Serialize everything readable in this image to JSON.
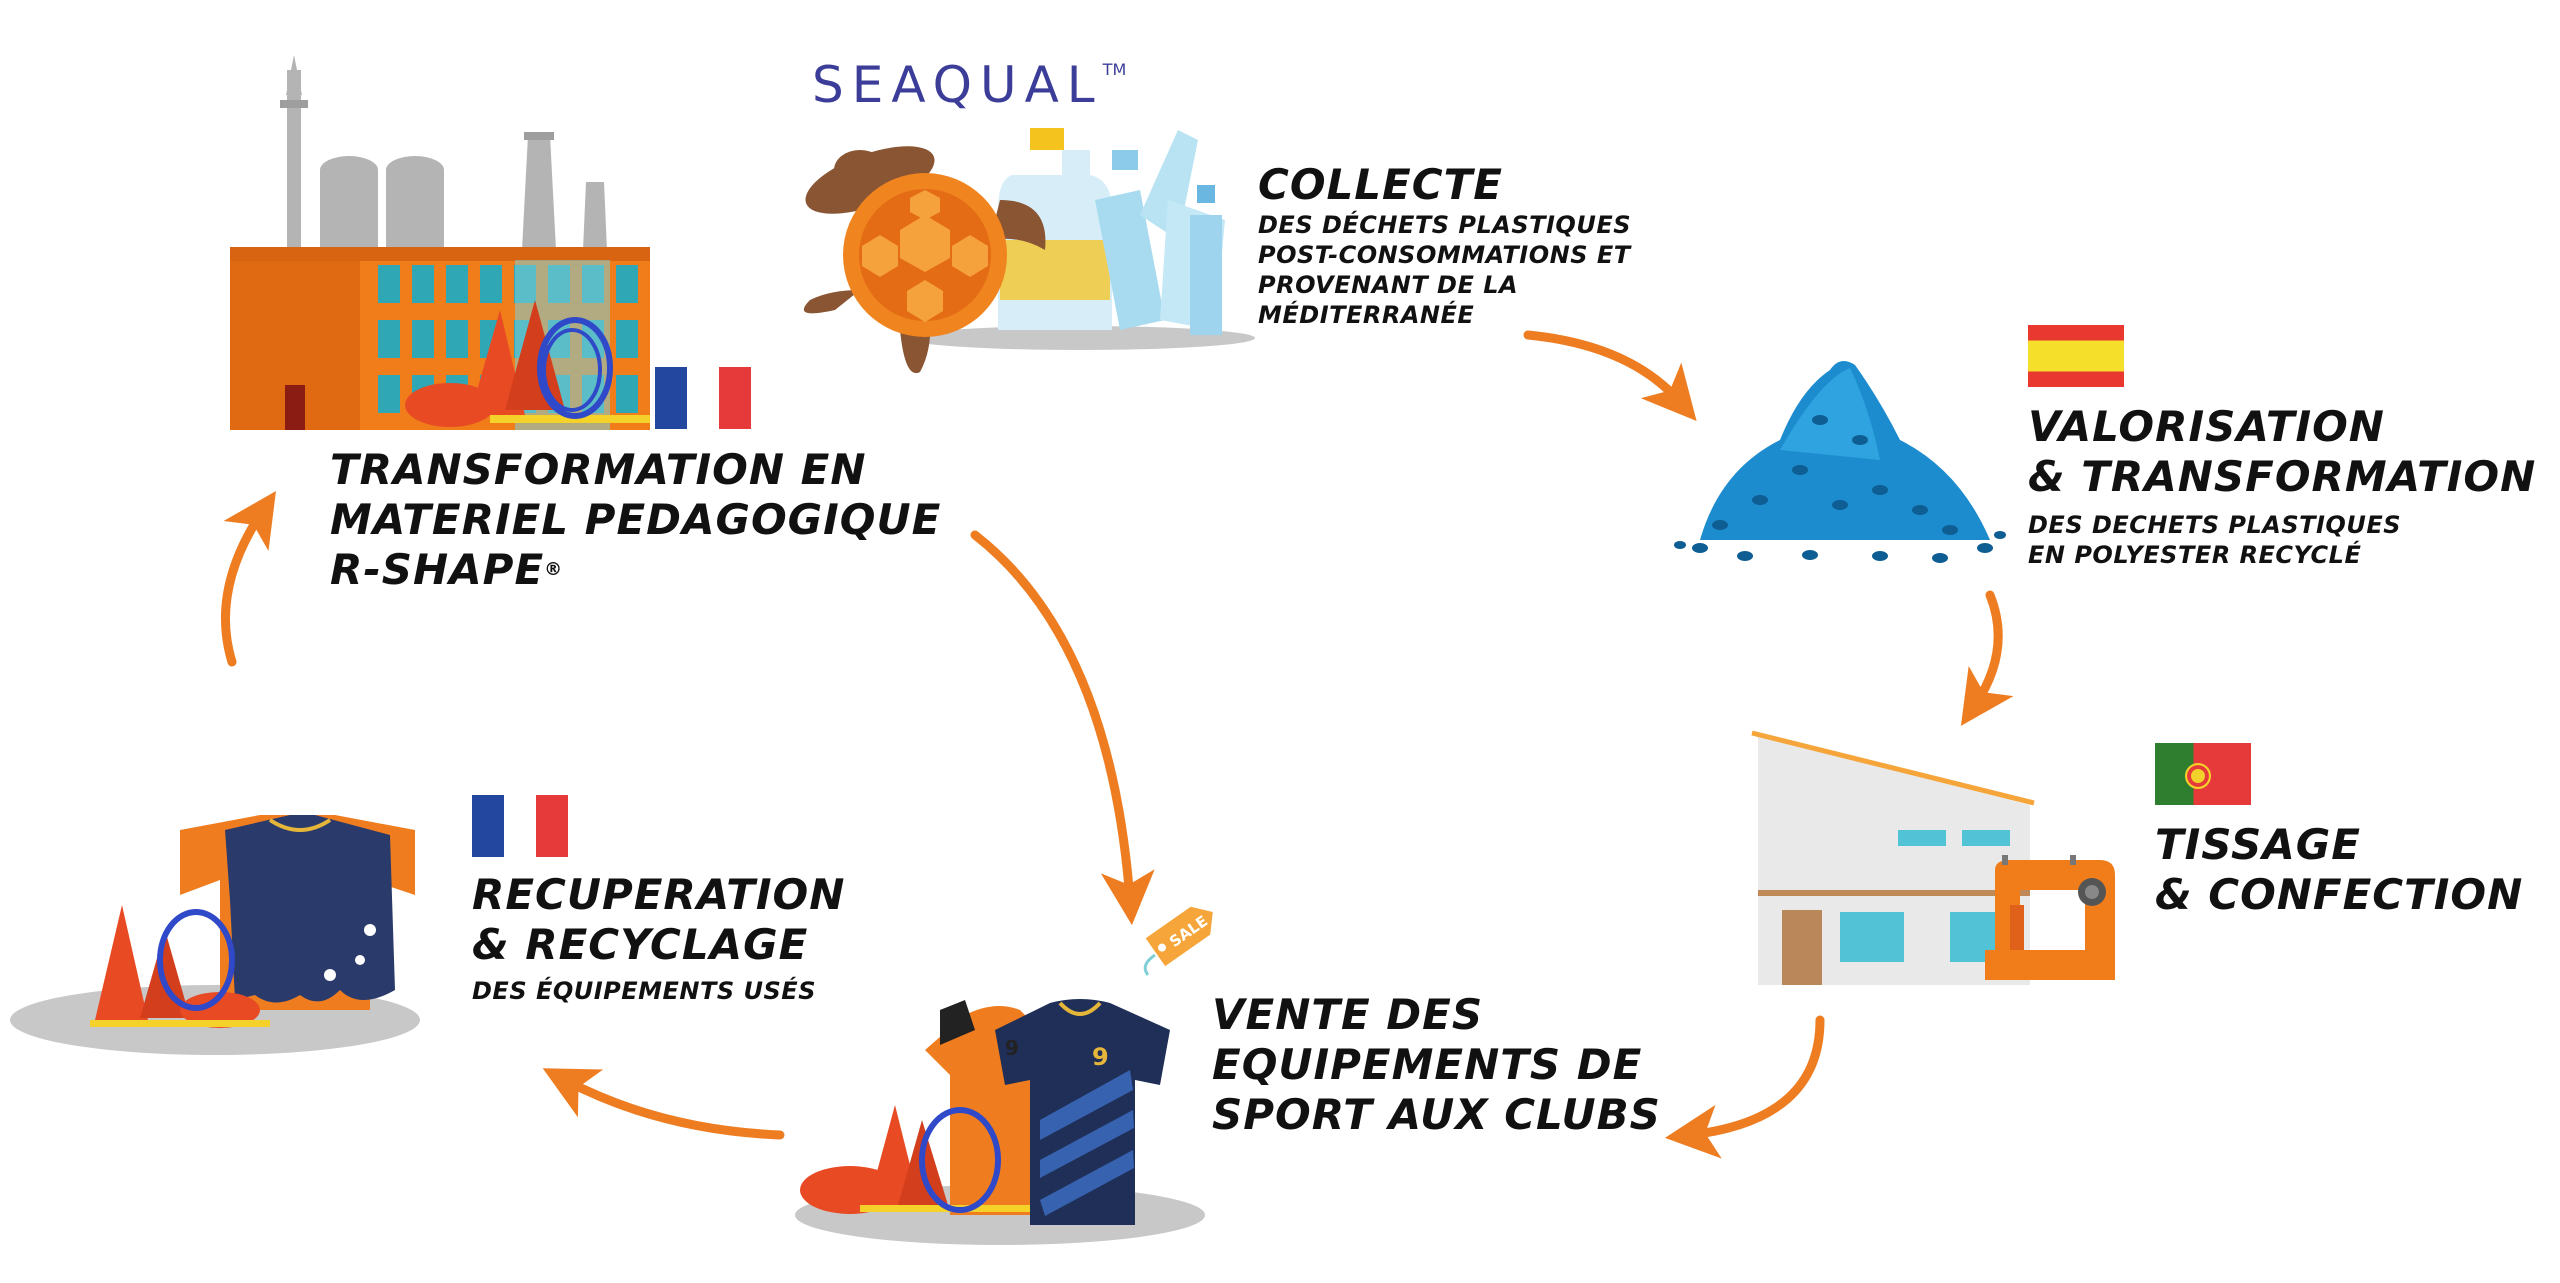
{
  "brand": {
    "name": "SEAQUAL",
    "trademark": "TM"
  },
  "steps": {
    "collecte": {
      "title": "COLLECTE",
      "desc": [
        "DES DÉCHETS PLASTIQUES",
        "POST-CONSOMMATIONS ET",
        "PROVENANT DE LA",
        "MÉDITERRANÉE"
      ]
    },
    "valorisation": {
      "title": [
        "VALORISATION",
        "& TRANSFORMATION"
      ],
      "desc": [
        "DES DECHETS PLASTIQUES",
        "EN POLYESTER RECYCLÉ"
      ]
    },
    "tissage": {
      "title": [
        "TISSAGE",
        "& CONFECTION"
      ]
    },
    "vente": {
      "title": [
        "VENTE DES",
        "EQUIPEMENTS DE",
        "SPORT AUX CLUBS"
      ]
    },
    "recuperation": {
      "title": [
        "RECUPERATION",
        "& RECYCLAGE"
      ],
      "desc": [
        "DES ÉQUIPEMENTS USÉS"
      ]
    },
    "transformation": {
      "title": [
        "TRANSFORMATION EN",
        "MATERIEL PEDAGOGIQUE",
        "R-SHAPE"
      ],
      "registered": "®"
    }
  },
  "sale_tag": "SALE",
  "jersey_number": "9",
  "icons": {
    "factory": "factory-icon",
    "turtle": "turtle-icon",
    "bottles": "plastic-bottles-icon",
    "pellets": "polyester-pellets-icon",
    "workshop": "workshop-building-icon",
    "sewing": "sewing-machine-icon",
    "jerseys": "sport-jerseys-icon",
    "cones": "training-cones-icon",
    "hoop": "agility-hoop-icon",
    "tag": "sale-tag-icon",
    "arrow": "cycle-arrow-icon"
  },
  "colors": {
    "arrow": "#ee7d22",
    "brand": "#3b3d98",
    "factory": "#f07d1a",
    "window": "#2fa7b5",
    "pellets": "#1d8ccf",
    "cone": "#e84a24",
    "hoop": "#2f49c8",
    "jersey_navy": "#1f2f57",
    "jersey_orange": "#ef7d20",
    "shadow": "#c8c8c8"
  }
}
